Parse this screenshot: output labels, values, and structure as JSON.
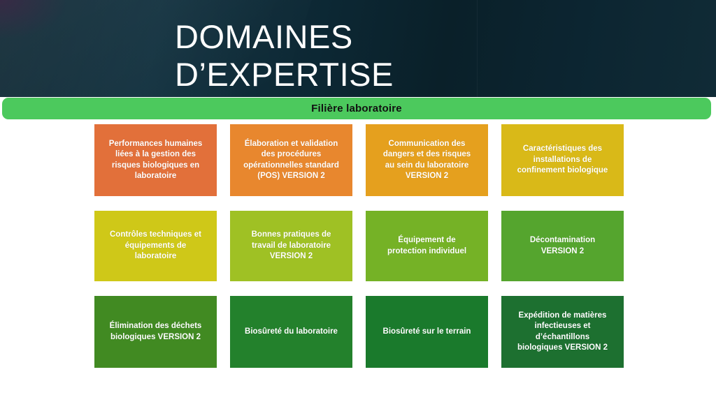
{
  "header": {
    "title": "DOMAINES\nD’EXPERTISE",
    "background_color": "#0c2632",
    "title_color": "#ffffff"
  },
  "section_banner": {
    "label": "Filière laboratoire",
    "background_color": "#4cc95d",
    "text_color": "#111111"
  },
  "tiles": [
    {
      "label": "Performances humaines\nliées à la  gestion des\nrisques biologiques en\nlaboratoire",
      "color": "#e2703a"
    },
    {
      "label": "Élaboration et validation\ndes procédures\nopérationnelles standard\n(POS) VERSION 2",
      "color": "#e8872e"
    },
    {
      "label": "Communication des\ndangers et des risques\nau sein du laboratoire\nVERSION 2",
      "color": "#e5a01e"
    },
    {
      "label": "Caractéristiques des\ninstallations de\nconfinement biologique",
      "color": "#d9b918"
    },
    {
      "label": "Contrôles techniques et\néquipements de\nlaboratoire",
      "color": "#cfc818"
    },
    {
      "label": "Bonnes pratiques de\ntravail de laboratoire\nVERSION 2",
      "color": "#9fc124"
    },
    {
      "label": "Équipement de\nprotection individuel",
      "color": "#75b226"
    },
    {
      "label": "Décontamination\nVERSION 2",
      "color": "#55a52e"
    },
    {
      "label": "Élimination des déchets\nbiologiques VERSION 2",
      "color": "#418a22"
    },
    {
      "label": "Biosûreté du laboratoire",
      "color": "#23812c"
    },
    {
      "label": "Biosûreté sur le terrain",
      "color": "#1a7a2c"
    },
    {
      "label": "Expédition de matières\ninfectieuses et\nd’échantillons\nbiologiques VERSION 2",
      "color": "#1d7030"
    }
  ]
}
